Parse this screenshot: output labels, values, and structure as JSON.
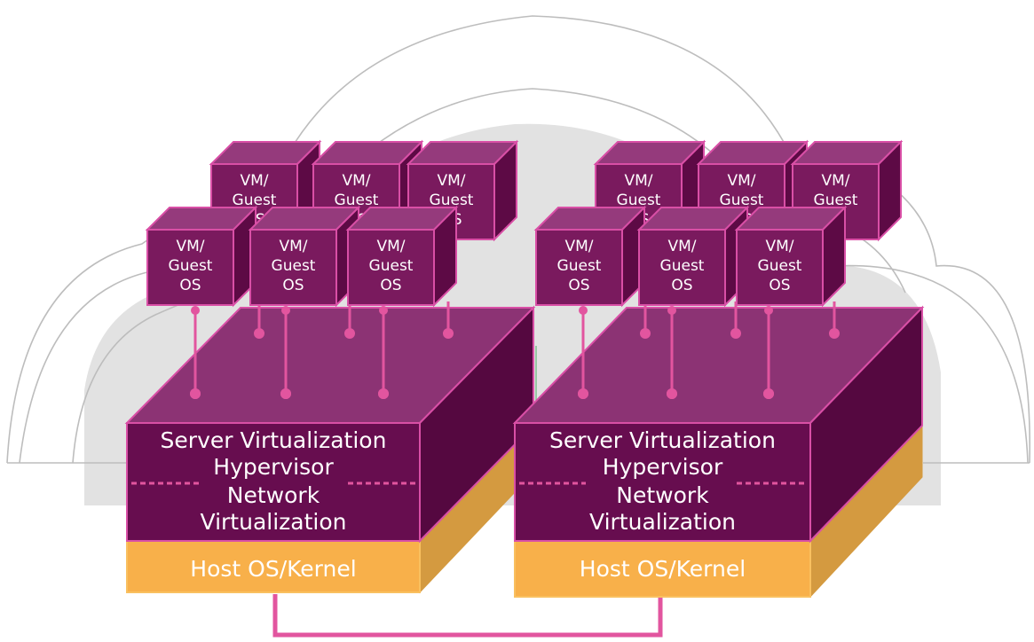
{
  "colors": {
    "cloud_fill": "#e2e2e2",
    "cloud_outline": "#bdbdbd",
    "vm_front": "#7a1a5e",
    "vm_top": "#953a7c",
    "vm_side": "#5d0a45",
    "vm_edge": "#d94fa6",
    "hyper_front": "#670d4f",
    "hyper_top": "#8c3374",
    "hyper_side": "#550840",
    "host_front": "#f8b04a",
    "host_side": "#d49a40",
    "connector": "#e2559f"
  },
  "vm": {
    "label_line1": "VM/",
    "label_line2": "Guest",
    "label_line3": "OS"
  },
  "servers": [
    {
      "hypervisor_line1": "Server Virtualization",
      "hypervisor_line2": "Hypervisor",
      "network_line1": "Network",
      "network_line2": "Virtualization",
      "host_label": "Host OS/Kernel"
    },
    {
      "hypervisor_line1": "Server Virtualization",
      "hypervisor_line2": "Hypervisor",
      "network_line1": "Network",
      "network_line2": "Virtualization",
      "host_label": "Host OS/Kernel"
    }
  ]
}
